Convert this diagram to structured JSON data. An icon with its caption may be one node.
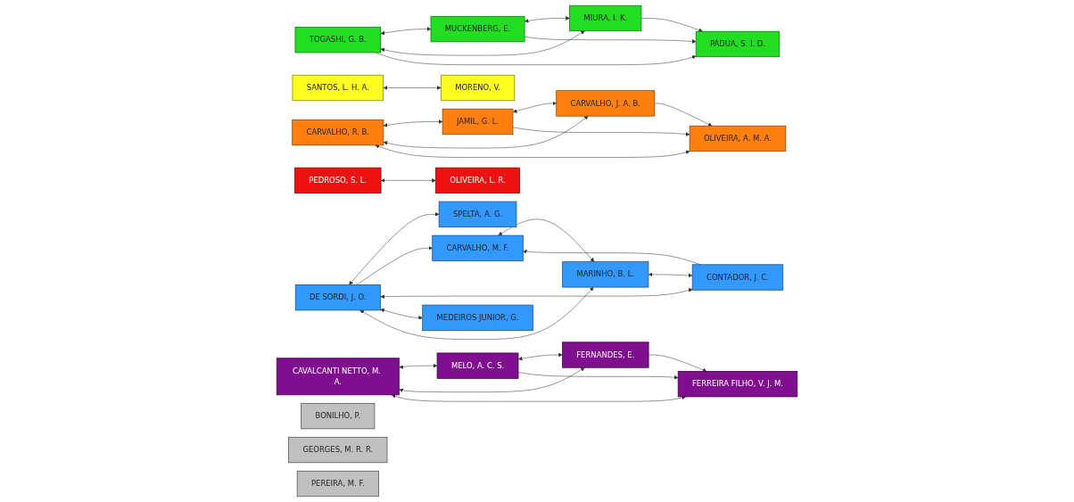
{
  "diagram": {
    "nodes": [
      {
        "text": [
          "TOGASHI, G. B."
        ]
      },
      {
        "text": [
          "MIURA, I. K."
        ]
      },
      {
        "text": [
          "MUCKENBERG, E."
        ]
      },
      {
        "text": [
          "PÁDUA, S. I. D."
        ]
      },
      {
        "text": [
          "CARVALHO, R. B."
        ]
      },
      {
        "text": [
          "CARVALHO, J. A. B."
        ]
      },
      {
        "text": [
          "JAMIL, G. L."
        ]
      },
      {
        "text": [
          "OLIVEIRA, A. M. A."
        ]
      },
      {
        "text": [
          "CAVALCANTI NETTO, M. A."
        ]
      },
      {
        "text": [
          "FERNANDES, E."
        ]
      },
      {
        "text": [
          "MELO, A. C. S."
        ]
      },
      {
        "text": [
          "FERREIRA FILHO, V. J. M."
        ]
      },
      {
        "text": [
          "DE SORDI, J. O."
        ]
      },
      {
        "text": [
          "SPELTA, A. G."
        ]
      },
      {
        "text": [
          "CARVALHO, M. F."
        ]
      },
      {
        "text": [
          "CONTADOR, J. C."
        ]
      },
      {
        "text": [
          "MEDEIROS JUNIOR, G."
        ]
      },
      {
        "text": [
          "MARINHO, B. L."
        ]
      },
      {
        "text": [
          "SANTOS, L. H. A."
        ]
      },
      {
        "text": [
          "MORENO, V."
        ]
      },
      {
        "text": [
          "PEDROSO, S. L."
        ]
      },
      {
        "text": [
          "OLIVEIRA, L. R."
        ]
      },
      {
        "text": [
          "BONILHO, P."
        ]
      },
      {
        "text": [
          "GEORGES, M. R. R."
        ]
      },
      {
        "text": [
          "PEREIRA, M. F."
        ]
      }
    ],
    "edges": [
      {
        "from": 0,
        "to": 2,
        "arrow": "both"
      },
      {
        "from": 0,
        "to": 1,
        "arrow": "both"
      },
      {
        "from": 2,
        "to": 1,
        "arrow": "both"
      },
      {
        "from": 0,
        "to": 3,
        "arrow": "to"
      },
      {
        "from": 1,
        "to": 3,
        "arrow": "to"
      },
      {
        "from": 2,
        "to": 3,
        "arrow": "to"
      },
      {
        "from": 4,
        "to": 6,
        "arrow": "both"
      },
      {
        "from": 4,
        "to": 5,
        "arrow": "both"
      },
      {
        "from": 6,
        "to": 5,
        "arrow": "both"
      },
      {
        "from": 4,
        "to": 7,
        "arrow": "both"
      },
      {
        "from": 5,
        "to": 7,
        "arrow": "to"
      },
      {
        "from": 6,
        "to": 7,
        "arrow": "to"
      },
      {
        "from": 8,
        "to": 10,
        "arrow": "both"
      },
      {
        "from": 8,
        "to": 9,
        "arrow": "both"
      },
      {
        "from": 10,
        "to": 9,
        "arrow": "both"
      },
      {
        "from": 8,
        "to": 11,
        "arrow": "both"
      },
      {
        "from": 9,
        "to": 11,
        "arrow": "to"
      },
      {
        "from": 10,
        "to": 11,
        "arrow": "to"
      },
      {
        "from": 12,
        "to": 13,
        "arrow": "both"
      },
      {
        "from": 12,
        "to": 14,
        "arrow": "to"
      },
      {
        "from": 12,
        "to": 15,
        "arrow": "both"
      },
      {
        "from": 17,
        "to": 12,
        "arrow": "both"
      },
      {
        "from": 12,
        "to": 16,
        "arrow": "both"
      },
      {
        "from": 15,
        "to": 14,
        "arrow": "to"
      },
      {
        "from": 17,
        "to": 15,
        "arrow": "both"
      },
      {
        "from": 14,
        "to": 17,
        "arrow": "both"
      },
      {
        "from": 18,
        "to": 19,
        "arrow": "both"
      },
      {
        "from": 20,
        "to": 21,
        "arrow": "both"
      }
    ]
  }
}
